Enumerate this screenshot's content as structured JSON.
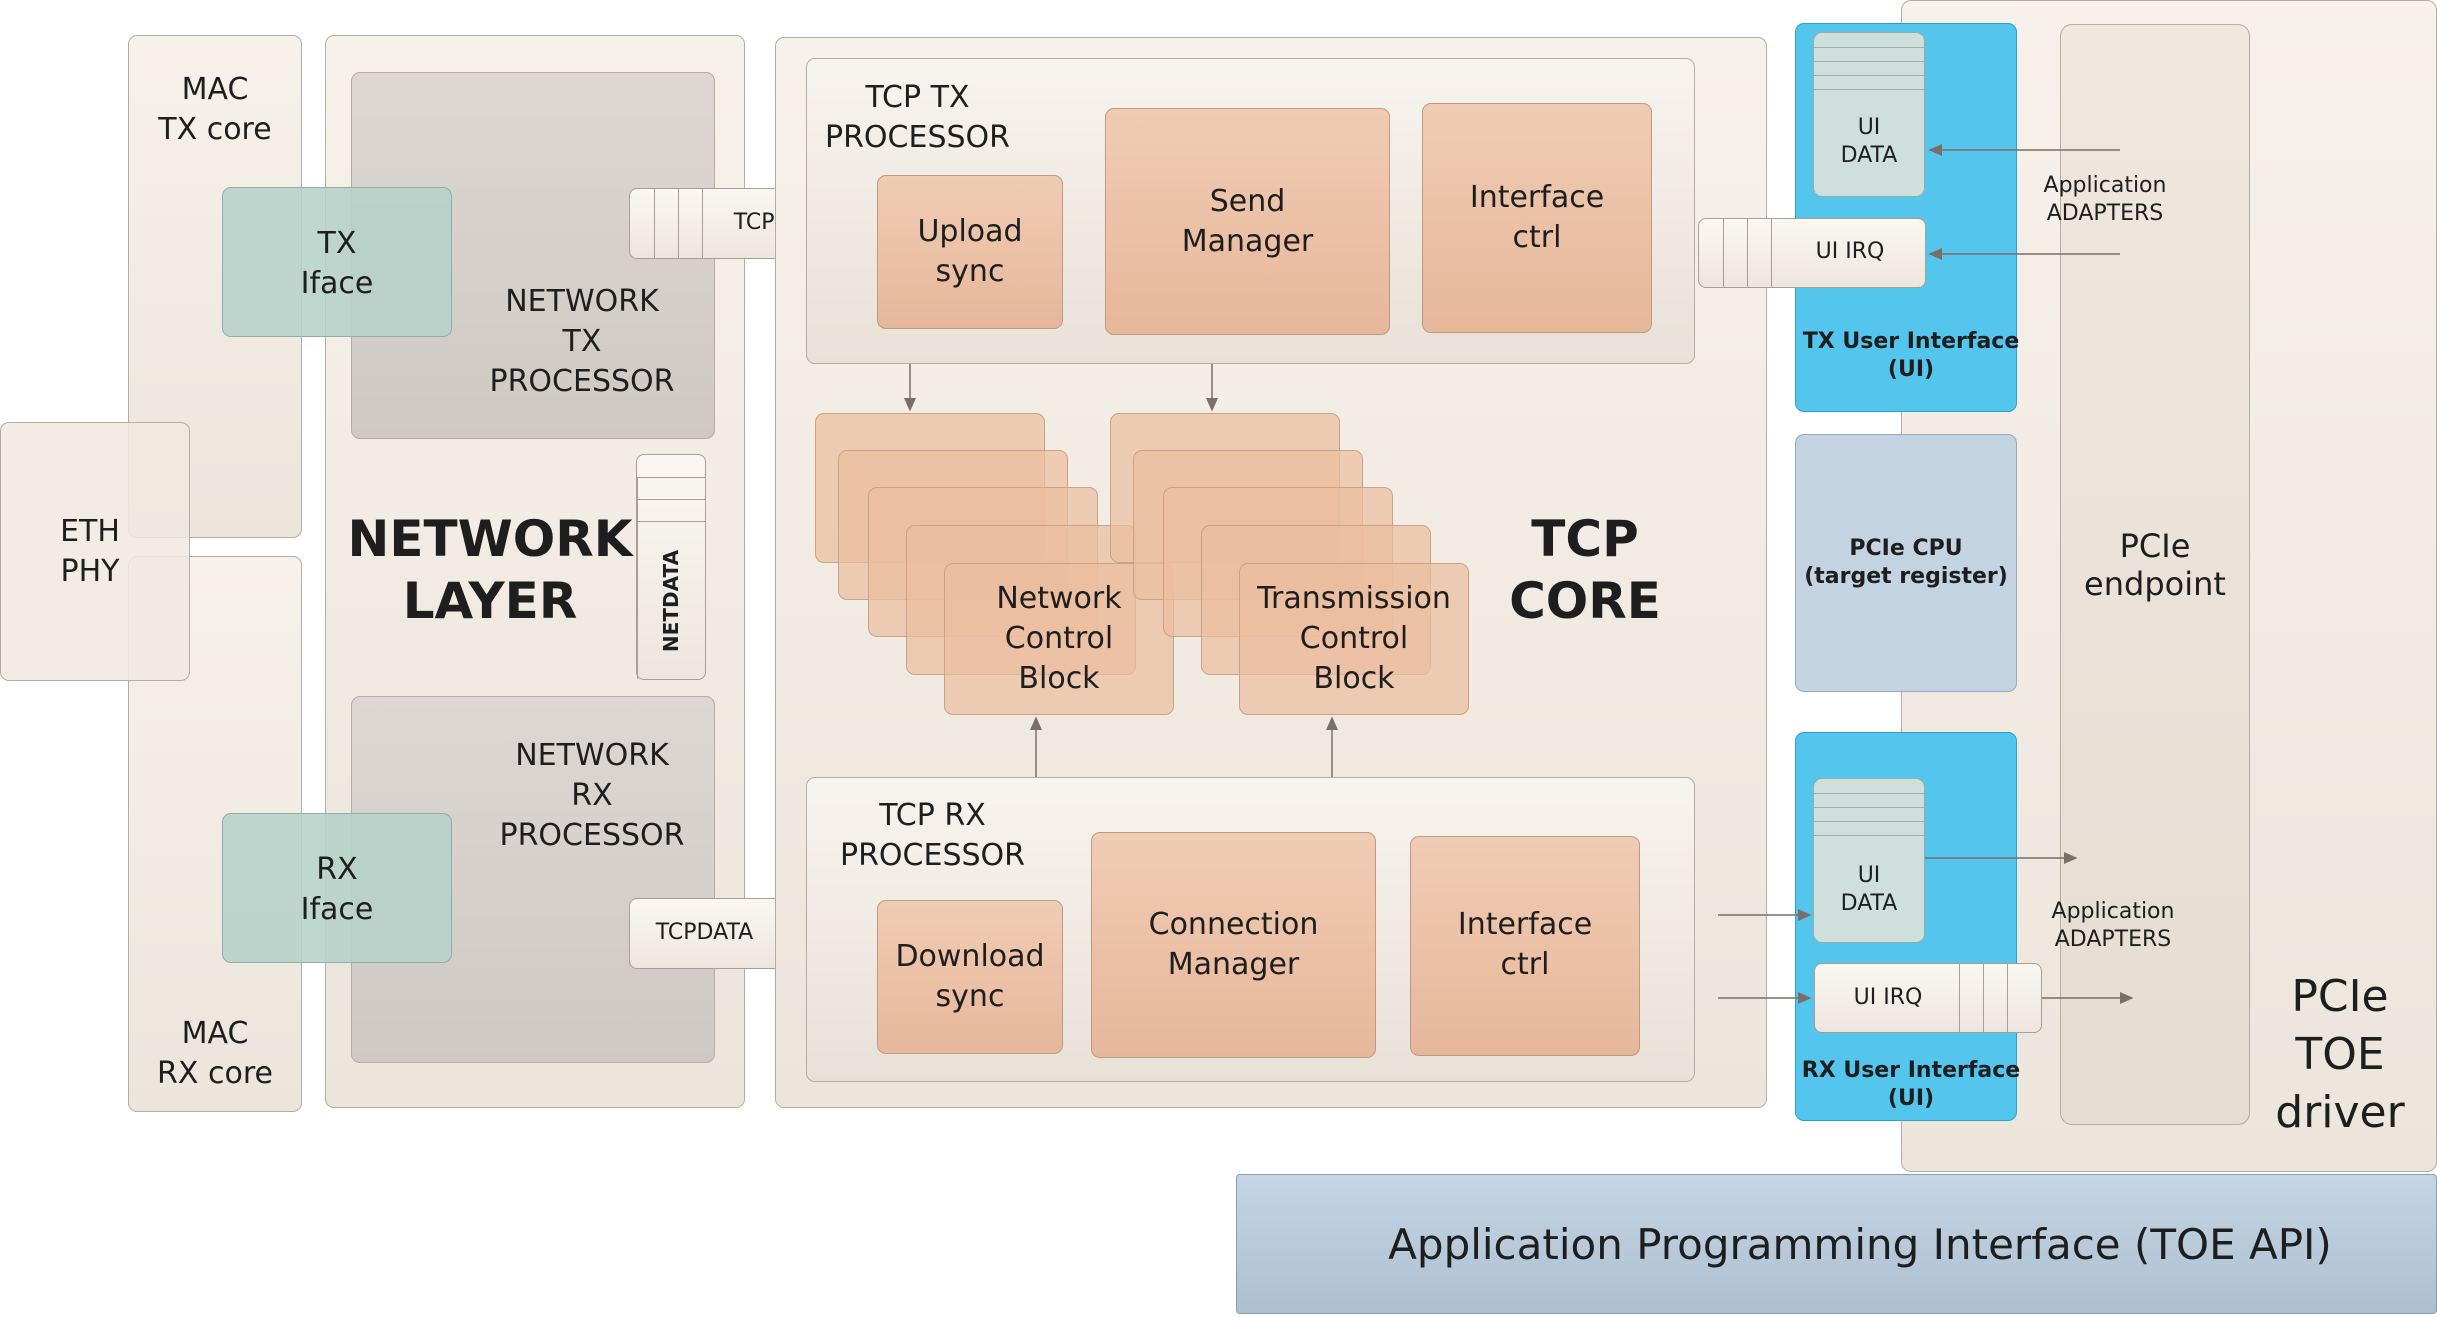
{
  "mac_tx": {
    "label": "MAC\nTX core"
  },
  "mac_rx": {
    "label": "MAC\nRX core"
  },
  "eth_phy": {
    "label": "ETH\nPHY"
  },
  "tx_iface": {
    "label": "TX\nIface"
  },
  "rx_iface": {
    "label": "RX\nIface"
  },
  "network_layer": {
    "label": "NETWORK\nLAYER"
  },
  "net_tx_proc": {
    "label": "NETWORK\nTX\nPROCESSOR"
  },
  "net_rx_proc": {
    "label": "NETWORK\nRX\nPROCESSOR"
  },
  "netdata": {
    "label": "NETDATA"
  },
  "tcpdata_tx": {
    "label": "TCPDATA"
  },
  "tcpdata_rx": {
    "label": "TCPDATA"
  },
  "tcp_core": {
    "label": "TCP\nCORE"
  },
  "tcp_tx": {
    "label": "TCP TX\nPROCESSOR",
    "upload_sync": "Upload\nsync",
    "send_manager": "Send\nManager",
    "interface_ctrl": "Interface\nctrl"
  },
  "tcp_rx": {
    "label": "TCP RX\nPROCESSOR",
    "download_sync": "Download\nsync",
    "connection_manager": "Connection\nManager",
    "interface_ctrl": "Interface\nctrl"
  },
  "ncb": {
    "label": "Network\nControl\nBlock"
  },
  "tcb": {
    "label": "Transmission\nControl\nBlock"
  },
  "tx_ui": {
    "label": "TX User Interface\n(UI)",
    "ui_data": "UI\nDATA",
    "ui_irq": "UI IRQ"
  },
  "rx_ui": {
    "label": "RX User Interface\n(UI)",
    "ui_data": "UI\nDATA",
    "ui_irq": "UI IRQ"
  },
  "pcie_cpu": {
    "label": "PCIe CPU\n(target register)"
  },
  "pcie_endpoint": {
    "label": "PCIe\nendpoint"
  },
  "app_adapters_top": {
    "label": "Application\nADAPTERS"
  },
  "app_adapters_bottom": {
    "label": "Application\nADAPTERS"
  },
  "pcie_driver": {
    "label": "PCIe\nTOE\ndriver"
  },
  "api": {
    "label": "Application Programming Interface (TOE API)"
  },
  "colors": {
    "cream": "#f2ece4",
    "grey": "#d6d0cb",
    "teal": "#b5d1c8",
    "salmon": "#ecbfa2",
    "ui_blue": "#54c5ec",
    "light_blue": "#c3d3e2",
    "api_blue": "#b8c9da"
  }
}
